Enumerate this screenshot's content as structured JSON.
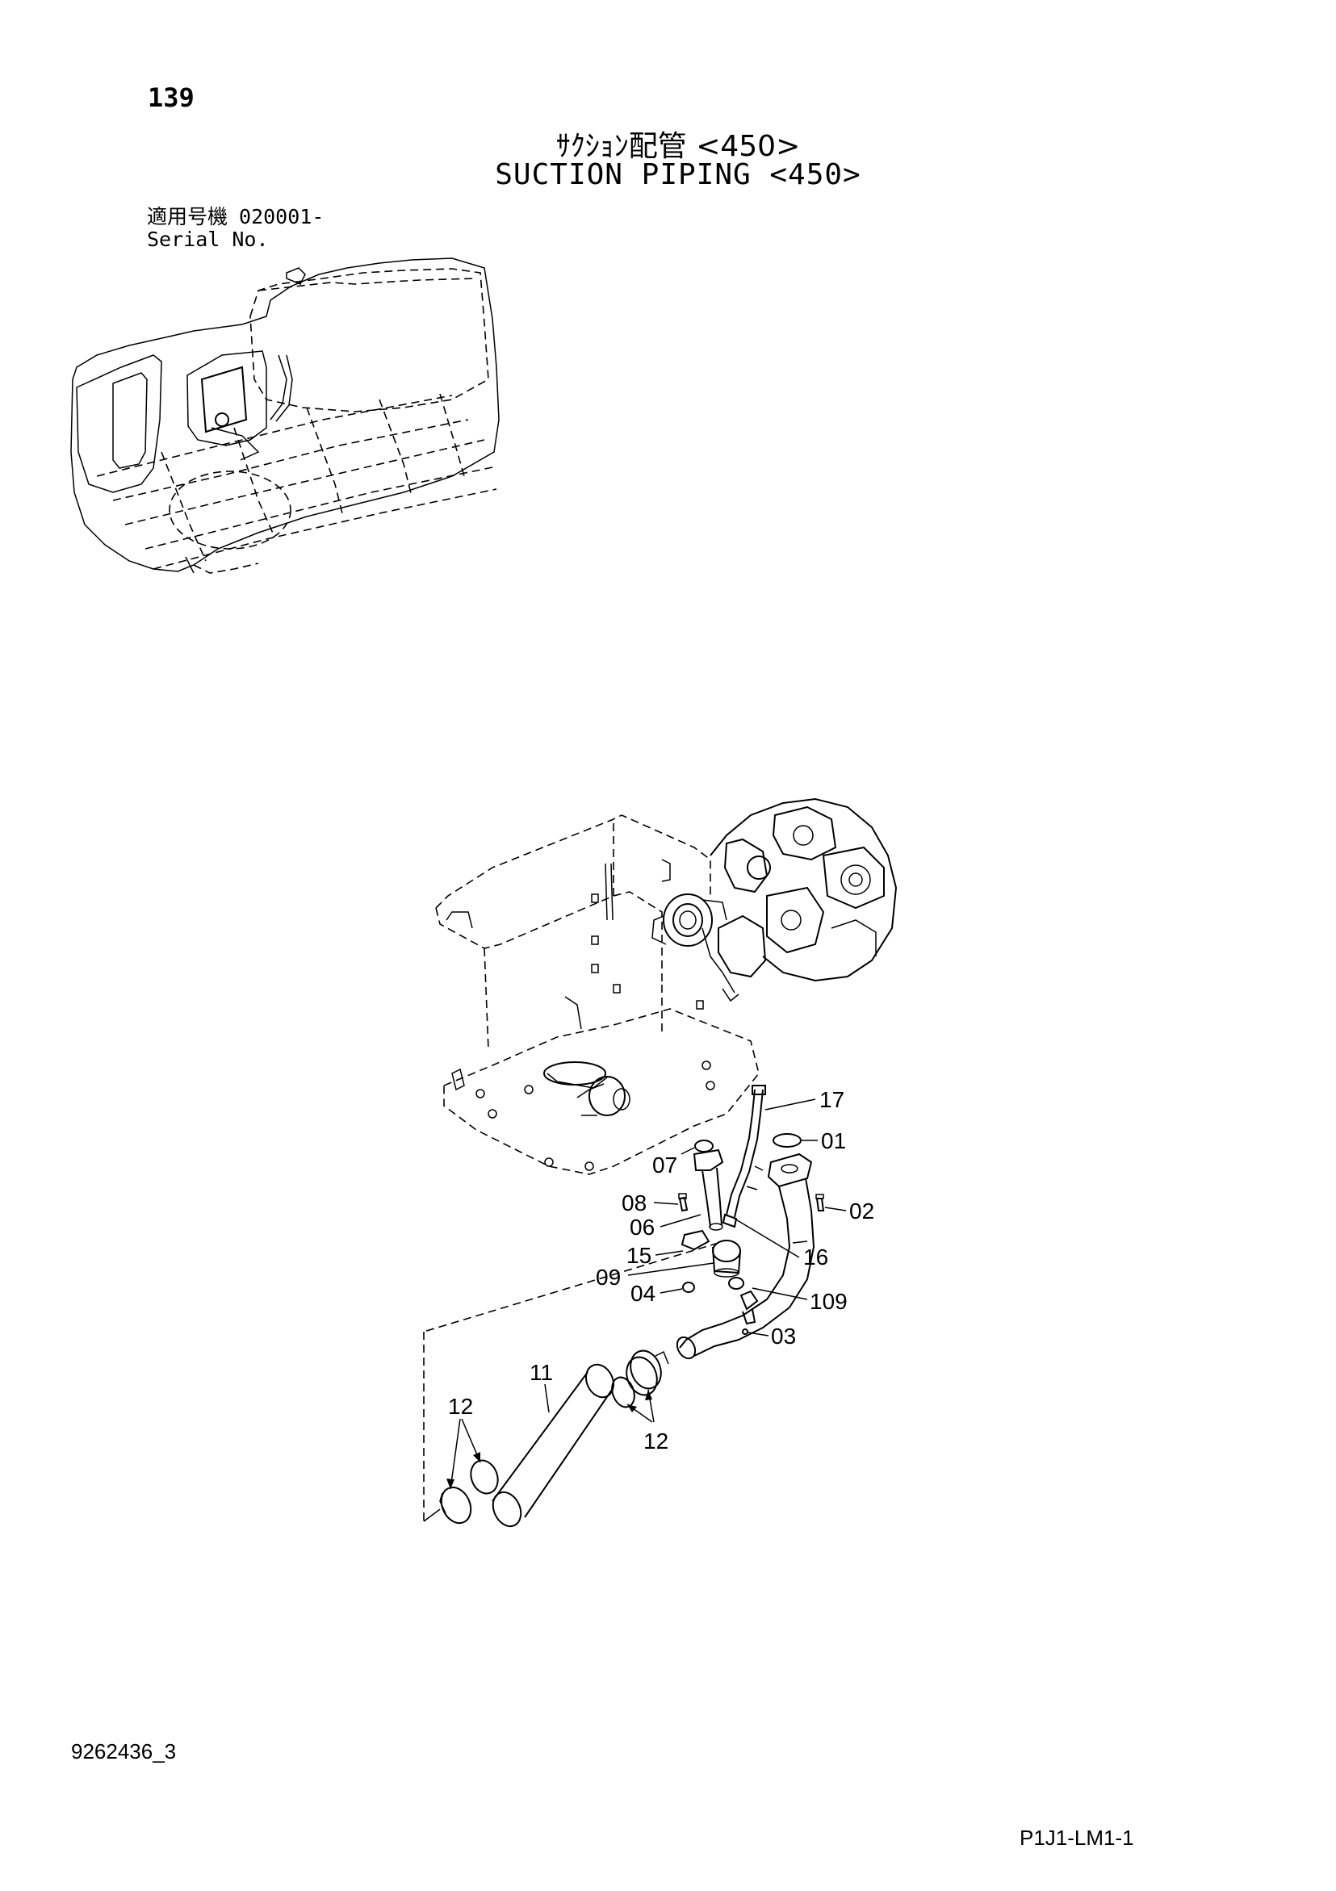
{
  "header": {
    "page_number": "139",
    "title_ja": "ｻｸｼｮﾝ配管 <450>",
    "title_en": "SUCTION PIPING <450>"
  },
  "applicability": {
    "label_ja": "適用号機",
    "serial_value": "020001-",
    "label_en": "Serial No."
  },
  "callouts": [
    {
      "label": "17"
    },
    {
      "label": "01"
    },
    {
      "label": "07"
    },
    {
      "label": "08"
    },
    {
      "label": "02"
    },
    {
      "label": "06"
    },
    {
      "label": "16"
    },
    {
      "label": "15"
    },
    {
      "label": "09"
    },
    {
      "label": "109"
    },
    {
      "label": "04"
    },
    {
      "label": "03"
    },
    {
      "label": "11"
    },
    {
      "label": "12"
    },
    {
      "label": "12"
    }
  ],
  "footer": {
    "drawing_code": "9262436_3",
    "sheet_code": "P1J1-LM1-1"
  }
}
